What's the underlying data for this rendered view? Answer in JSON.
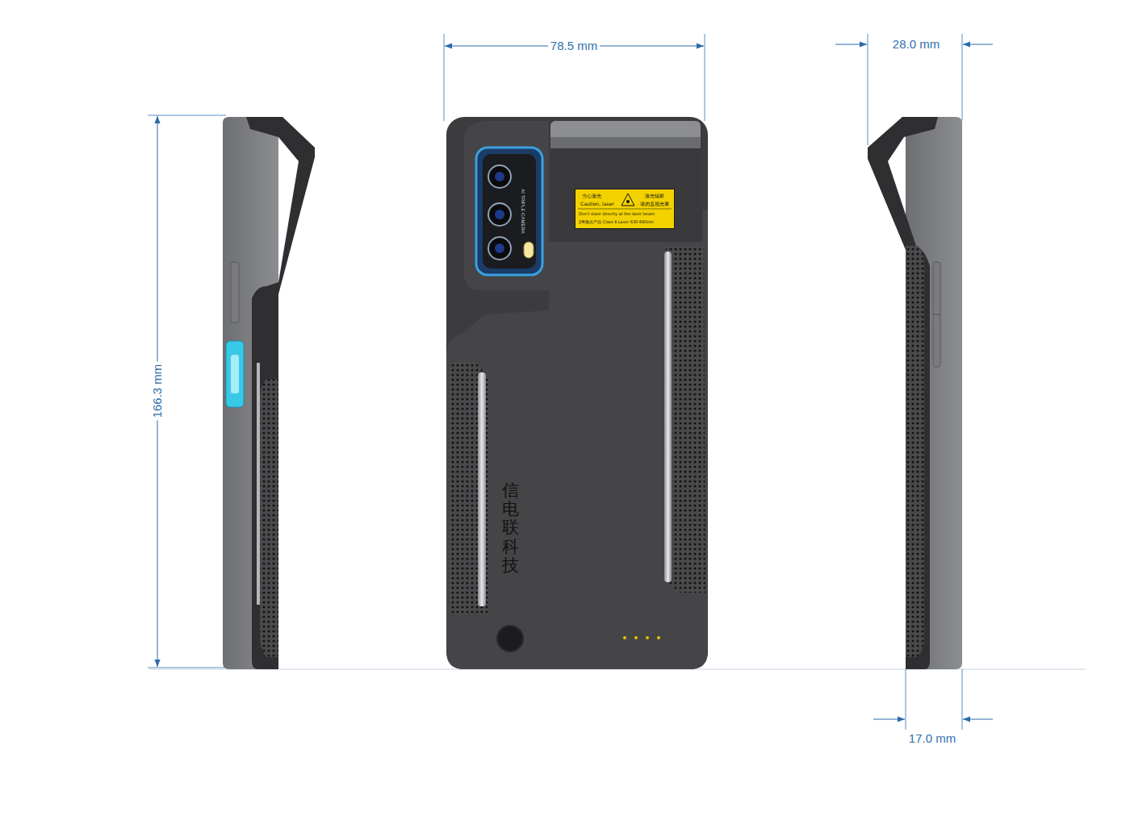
{
  "diagram": {
    "nodes": [
      {
        "text": [
          "当心激光",
          "激光辐射",
          "Caution, laser",
          "请勿直视光束",
          "Don't stare directly at the laser beam",
          "2类激光产品 Class Ⅱ Laser 630-680nm"
        ]
      }
    ],
    "labels": [
      "78.5 mm",
      "28.0 mm",
      "166.3 mm",
      "17.0 mm",
      "信电联科技",
      "AI TRIPLE CAMERA"
    ]
  }
}
